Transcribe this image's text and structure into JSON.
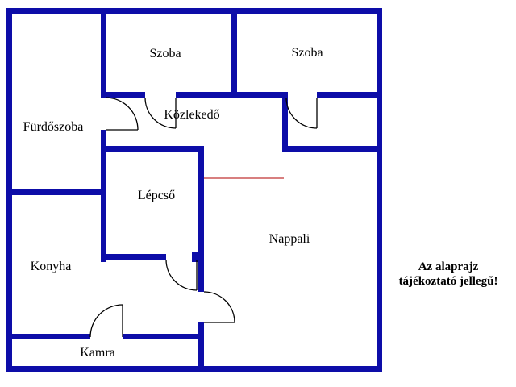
{
  "rooms": {
    "szoba1": "Szoba",
    "szoba2": "Szoba",
    "furdoszoba": "Fürdőszoba",
    "kozlekedo": "Közlekedő",
    "lepcso": "Lépcső",
    "nappali": "Nappali",
    "konyha": "Konyha",
    "kamra": "Kamra"
  },
  "note": {
    "line1": "Az alaprajz",
    "line2": "tájékoztató jellegű!"
  },
  "colors": {
    "wall": "#0d0da8",
    "door_arc": "#000000",
    "marker_line": "#cc5555",
    "background": "#ffffff",
    "text": "#000000"
  }
}
